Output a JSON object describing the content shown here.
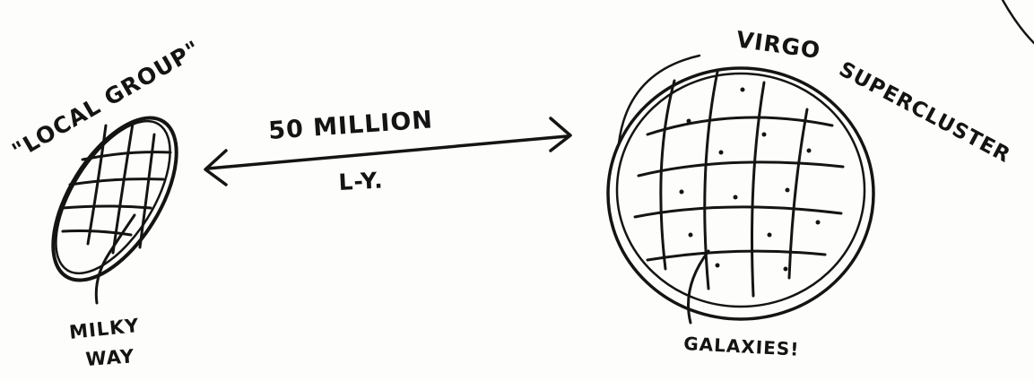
{
  "labels": {
    "local_group": "\"LOCAL GROUP\"",
    "distance_value": "50 MILLION",
    "distance_unit": "L-Y.",
    "milky_way_line1": "MILKY",
    "milky_way_line2": "WAY",
    "virgo": "VIRGO",
    "supercluster": "SUPERCLUSTER",
    "galaxies": "GALAXIES!"
  }
}
